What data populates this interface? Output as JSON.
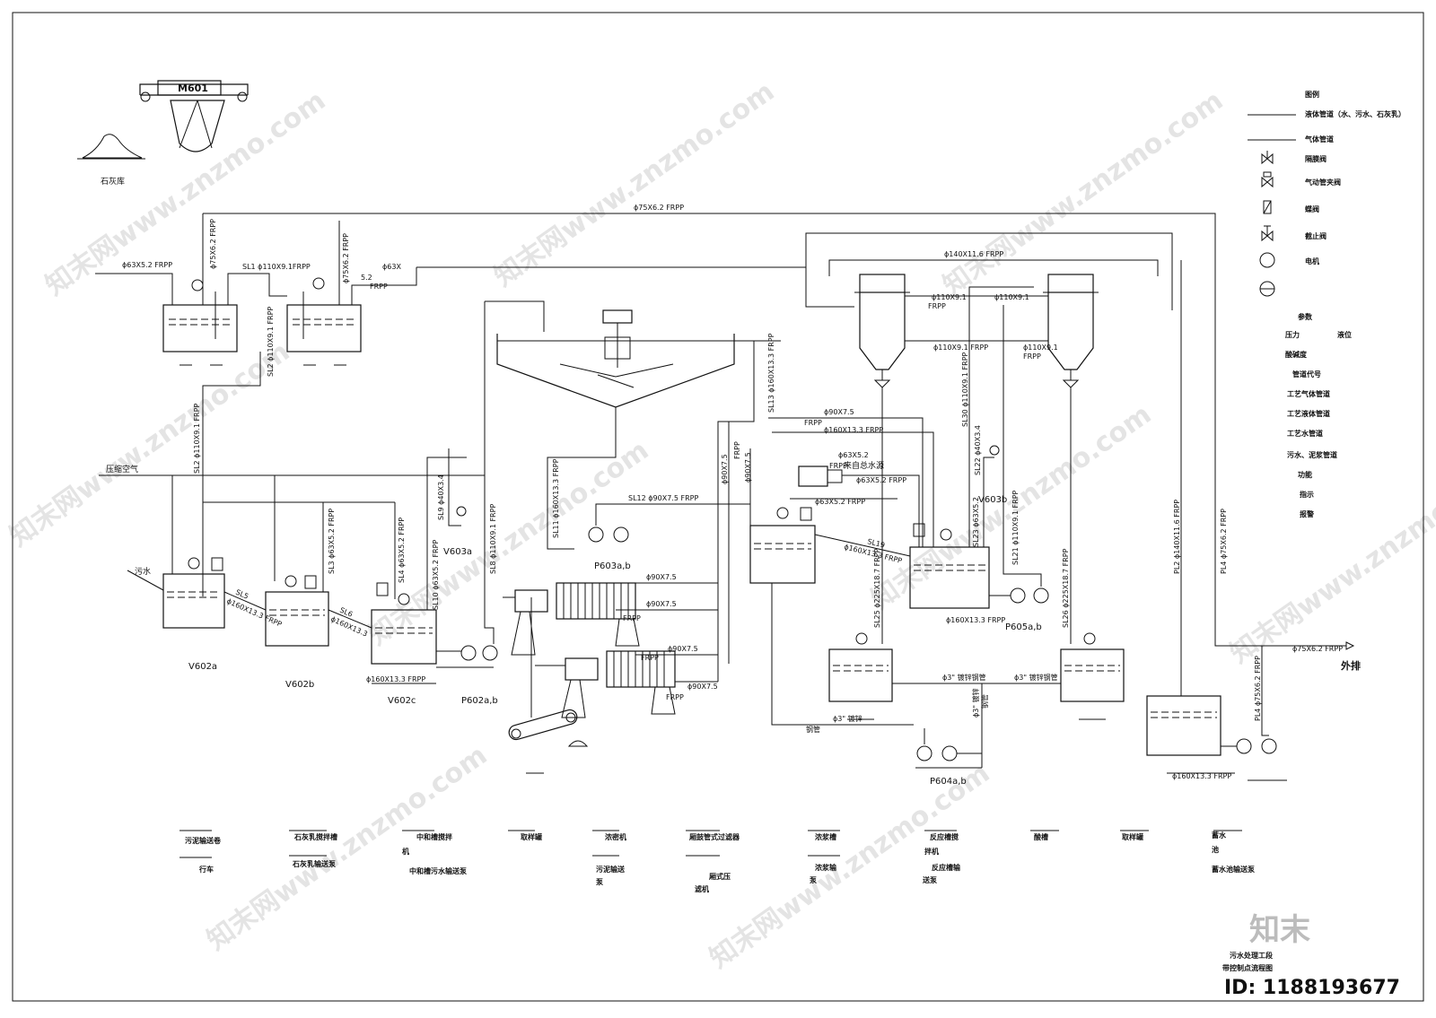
{
  "border": {},
  "equipment": {
    "m601": "M601",
    "lime_store": "石灰库",
    "v602a": "V602a",
    "v602b": "V602b",
    "v602c": "V602c",
    "v603a": "V603a",
    "v603b": "V603b",
    "p602": "P602a,b",
    "p603": "P603a,b",
    "p604": "P604a,b",
    "p605": "P605a,b",
    "compressed_air": "压缩空气",
    "sewage": "污水",
    "tap_water": "来自总水源",
    "discharge": "外排"
  },
  "lines": {
    "top_main": "ϕ75X6.2 FRPP",
    "sl1": "SL1  ϕ110X9.1FRPP",
    "in63_52": "ϕ63X5.2 FRPP",
    "v75a": "ϕ75X6.2 FRPP",
    "v75b": "ϕ75X6.2 FRPP",
    "p63x": "ϕ63X",
    "p52": "5.2",
    "frpp": "FRPP",
    "sl2a": "SL2  ϕ110X9.1 FRPP",
    "sl2b": "SL2  ϕ110X9.1 FRPP",
    "sl5": "SL5",
    "sl5b": "ϕ160X13.3 FRPP",
    "sl6": "SL6",
    "sl6b": "ϕ160X13.3",
    "sl3": "SL3  ϕ63X5.2 FRPP",
    "sl4": "SL4  ϕ63X5.2 FRPP",
    "sl10": "SL10  ϕ63X5.2 FRPP",
    "sl9": "SL9  ϕ40X3.4",
    "sl8": "SL8  ϕ110X9.1 FRPP",
    "sl11": "SL11  ϕ160X13.3 FRPP",
    "sl12": "SL12  ϕ90X7.5 FRPP",
    "sl13": "SL13  ϕ160X13.3 FRPP",
    "p160_c": "ϕ160X13.3 FRPP",
    "p90_1": "ϕ90X7.5",
    "p90_2": "ϕ90X7.5",
    "p90_3": "ϕ90X7.5",
    "p90_4": "ϕ90X7.5",
    "p90v1": "ϕ90X7.5",
    "p90v2": "ϕ90X7.5",
    "p140": "ϕ140X11.6 FRPP",
    "p110a": "ϕ110X9.1",
    "p110b": "ϕ110X9.1",
    "p110c": "ϕ110X9.1 FRPP",
    "p110d": "ϕ110X9.1",
    "p90_5": "ϕ90X7.5",
    "p160_5": "ϕ160X13.3 FRPP",
    "p63_52a": "ϕ63X5.2",
    "p63_52b": "ϕ63X5.2 FRPP",
    "p63_52c": "ϕ63X5.2 FRPP",
    "sl19": "SL19",
    "sl19b": "ϕ160X13.3 FRPP",
    "sl30": "SL30  ϕ110X9.1 FRPP",
    "sl22": "SL22  ϕ40X3.4",
    "sl23": "SL23  ϕ63X5.2",
    "sl21": "SL21  ϕ110X9.1 FRPP",
    "sl25": "SL25  ϕ225X18.7 FRPP",
    "sl26": "SL26  ϕ225X18.7 FRPP",
    "p160_605": "ϕ160X13.3 FRPP",
    "pl2": "PL2  ϕ140X11.6 FRPP",
    "pl4": "PL4  ϕ75X6.2 FRPP",
    "pl4b": "PL4  ϕ75X6.2 FRPP",
    "p75_out": "ϕ75X6.2 FRPP",
    "p160_pool": "ϕ160X13.3 FRPP",
    "zn1": "ϕ3\" 镀锌",
    "zn1b": "钢管",
    "zn2": "ϕ3\" 镀锌钢管",
    "zn3": "ϕ3\" 镀锌钢管",
    "zn4": "ϕ3\" 镀锌",
    "zn4b": "钢管"
  },
  "legend": {
    "title": "图例",
    "liquid": "液体管道（水、污水、石灰乳）",
    "gas": "气体管道",
    "diaphragm": "隔膜阀",
    "pinch": "气动管夹阀",
    "butterfly": "蝶阀",
    "globe": "截止阀",
    "motor": "电机",
    "params": "参数",
    "pressure": "压力",
    "level": "液位",
    "ph": "酸碱度",
    "pipe_code": "管道代号",
    "process_gas": "工艺气体管道",
    "process_liquid": "工艺液体管道",
    "process_water": "工艺水管道",
    "sludge": "污水、泥浆管道",
    "function": "功能",
    "indicate": "指示",
    "alarm": "报警"
  },
  "names": {
    "n1": "污泥输送卷",
    "n2": "行车",
    "n3": "石灰乳搅拌槽",
    "n4": "石灰乳输送泵",
    "n5a": "中和槽搅拌",
    "n5b": "机",
    "n6": "中和槽污水输送泵",
    "n7": "取样罐",
    "n8": "浓密机",
    "n9a": "污泥输送",
    "n9b": "泵",
    "n10": "厢鼓管式过滤器",
    "n11a": "厢式压",
    "n11b": "滤机",
    "n12": "浓浆槽",
    "n13a": "浓浆输",
    "n13b": "泵",
    "n14a": "反应槽搅",
    "n14b": "拌机",
    "n15a": "反应槽输",
    "n15b": "送泵",
    "n16": "酸槽",
    "n17": "取样罐",
    "n18a": "蓄水",
    "n18b": "池",
    "n19": "蓄水池输送泵"
  },
  "title_block": {
    "line1": "污水处理工段",
    "line2": "带控制点流程图"
  },
  "watermark": {
    "site": "知末网www.znzmo.com",
    "brand": "知末",
    "id": "ID: 1188193677"
  }
}
